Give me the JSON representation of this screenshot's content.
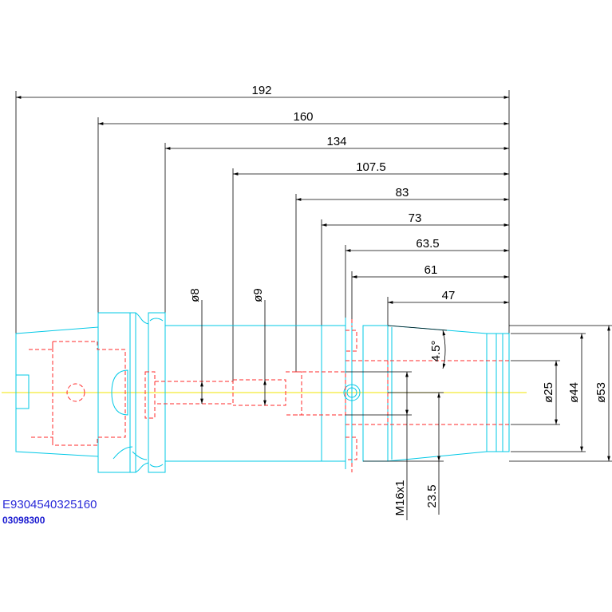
{
  "dimensions": {
    "d192": "192",
    "d160": "160",
    "d134": "134",
    "d107_5": "107.5",
    "d83": "83",
    "d73": "73",
    "d63_5": "63.5",
    "d61": "61",
    "d47": "47",
    "dia8": "ø8",
    "dia9": "ø9",
    "dia25": "ø25",
    "dia44": "ø44",
    "dia53": "ø53",
    "angle": "4.5°",
    "thread": "M16x1",
    "d23_5": "23.5"
  },
  "codes": {
    "part_number": "E9304540325160",
    "article_number": "03098300"
  },
  "colors": {
    "outline": "#00c8e6",
    "hidden": "#ff2a2a",
    "centerline": "#f2e600",
    "dimension": "#000000",
    "code_text": "#2a2ad8"
  }
}
